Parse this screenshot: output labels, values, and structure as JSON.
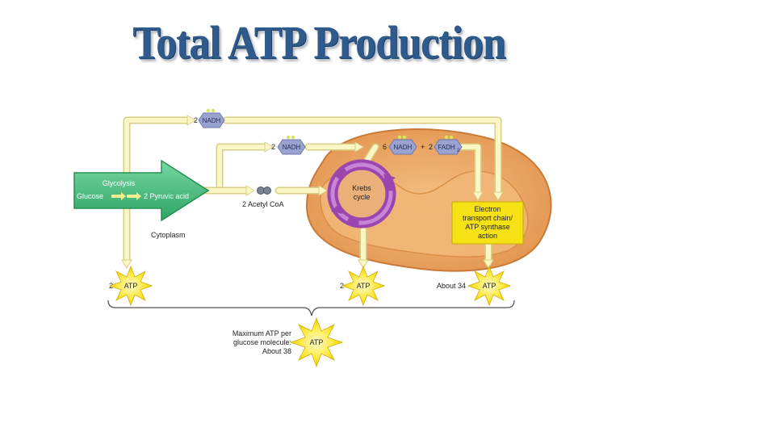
{
  "slide": {
    "title": "Total ATP Production"
  },
  "diagram": {
    "glycolysis": {
      "title": "Glycolysis",
      "input": "Glucose",
      "output": "2 Pyruvic acid"
    },
    "cytoplasm_label": "Cytoplasm",
    "acetyl_coa": "2 Acetyl CoA",
    "nadh_top": {
      "count": "2",
      "label": "NADH"
    },
    "nadh_mid": {
      "count": "2",
      "label": "NADH"
    },
    "nadh_krebs": {
      "count": "6",
      "label": "NADH"
    },
    "plus": "+",
    "fadh2": {
      "count": "2",
      "label": "FADH",
      "subscript": "2"
    },
    "krebs": {
      "line1": "Krebs",
      "line2": "cycle"
    },
    "etc": {
      "line1": "Electron",
      "line2": "transport chain/",
      "line3": "ATP synthase",
      "line4": "action"
    },
    "atp_glycolysis": {
      "count": "2",
      "label": "ATP"
    },
    "atp_krebs": {
      "count": "2",
      "label": "ATP"
    },
    "atp_etc": {
      "count": "About 34",
      "label": "ATP"
    },
    "maximum": {
      "line1": "Maximum ATP per",
      "line2": "glucose molecule:",
      "line3": "About 38",
      "label": "ATP"
    },
    "colors": {
      "arrow": "#fbf6c6",
      "arrow_edge": "#d8cf86",
      "glycolysis": "#4fbf84",
      "mitochondrion": "#eba15c",
      "krebs": "#a04fb3",
      "etc": "#f6e214",
      "nadh": "#9aa2cf",
      "atp": "#fbe83a"
    }
  }
}
